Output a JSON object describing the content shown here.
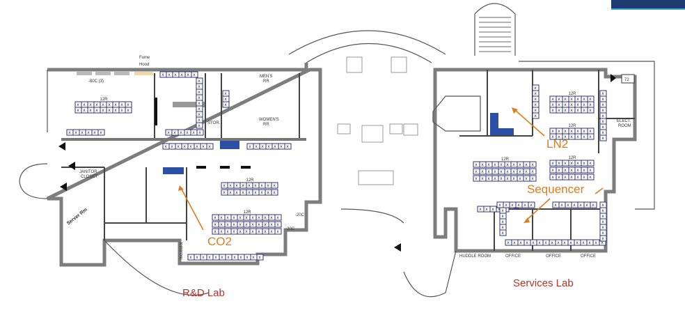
{
  "labels": {
    "fume_hood": [
      "Fume",
      "Hood"
    ],
    "minus80": "-80C (3)",
    "mens_rr": [
      "MEN'S",
      "RR"
    ],
    "womens_rr": [
      "WOMEN'S",
      "RR"
    ],
    "stor": "STOR.",
    "janitor": [
      "JANITOR",
      "CLOSET"
    ],
    "server_rm": "Server Rm",
    "elect_room": [
      "ELECT.",
      "ROOM"
    ],
    "huddle_room": "HUDDLE ROOM",
    "office": "OFFICE",
    "minus20a": "-20C",
    "minus20b": "-20C",
    "incubator": "Incubator",
    "room_72": "72",
    "bench_12r": "12R"
  },
  "annotations": {
    "co2": "CO2",
    "ln2": "LN2",
    "sequencer": "Sequencer"
  },
  "areas": {
    "rd_lab": "R&D Lab",
    "services_lab": "Services Lab"
  },
  "colors": {
    "annotation": "#e07b1d",
    "area_label": "#b7322b",
    "equipment": "#2c4fa6",
    "bench_outline": "#2b2f7a",
    "wall": "#7d7d7d"
  }
}
